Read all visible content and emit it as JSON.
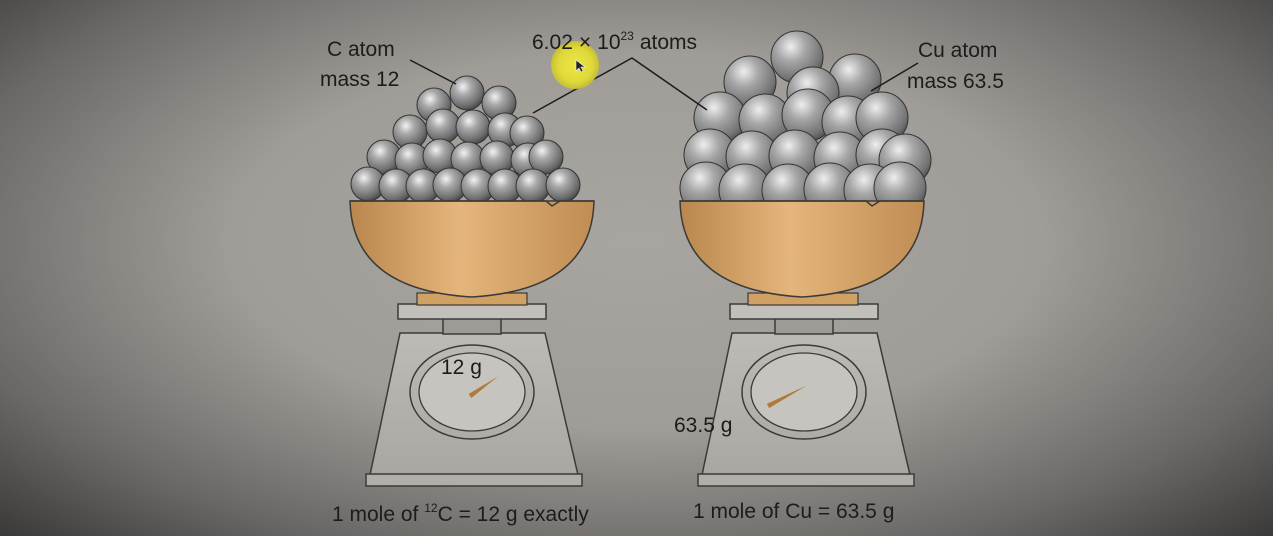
{
  "title": {
    "coefficient": "6.02",
    "times": "×",
    "base": "10",
    "exponent": "23",
    "unit": "atoms"
  },
  "left": {
    "atom_label_line1": "C atom",
    "atom_label_line2": "mass 12",
    "dial_reading": "12 g",
    "caption_prefix": "1 mole of ",
    "caption_superscript": "12",
    "caption_suffix": "C = 12 g exactly",
    "mass_value": 12
  },
  "right": {
    "atom_label_line1": "Cu atom",
    "atom_label_line2": "mass 63.5",
    "dial_reading": "63.5 g",
    "caption": "1 mole of Cu = 63.5 g",
    "mass_value": 63.5
  },
  "colors": {
    "atom": "#8c8c8c",
    "bowl": "#d9a468",
    "bowl_rim": "#e3b880",
    "scale_body": "#b4b2ad",
    "needle": "#b07a3a",
    "cursor_highlight": "#e8e23a"
  },
  "icons": {
    "cursor": "mouse-pointer-icon",
    "atom": "sphere-icon"
  }
}
